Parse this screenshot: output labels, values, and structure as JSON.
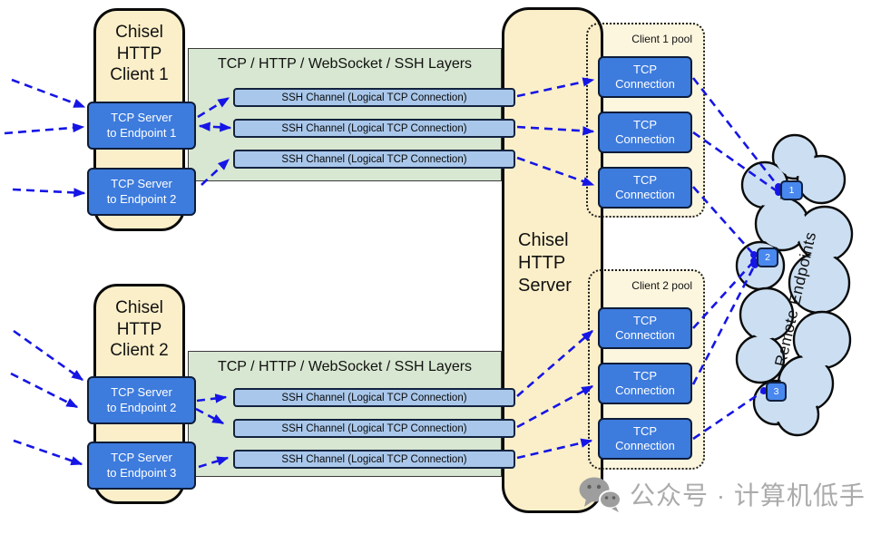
{
  "colors": {
    "cream": "#FBEFC9",
    "pool_fill": "#FCF6DF",
    "green_band": "#D8E7D1",
    "channel_blue": "#A9C7EA",
    "box_blue": "#3D7BDD",
    "endpoint_blue": "#4988EE",
    "cloud_blue": "#CCDFF2",
    "arrow_blue": "#1515E6",
    "watermark_gray": "#ABABAB"
  },
  "clients": [
    {
      "title_lines": [
        "Chisel",
        "HTTP",
        "Client 1"
      ],
      "layer_label": "TCP / HTTP / WebSocket / SSH Layers",
      "tcp_servers": [
        {
          "lines": [
            "TCP Server",
            "to Endpoint 1"
          ]
        },
        {
          "lines": [
            "TCP Server",
            "to Endpoint 2"
          ]
        }
      ],
      "channels": [
        "SSH Channel (Logical TCP Connection)",
        "SSH Channel (Logical TCP Connection)",
        "SSH Channel (Logical TCP Connection)"
      ]
    },
    {
      "title_lines": [
        "Chisel",
        "HTTP",
        "Client 2"
      ],
      "layer_label": "TCP / HTTP / WebSocket / SSH Layers",
      "tcp_servers": [
        {
          "lines": [
            "TCP Server",
            "to Endpoint 2"
          ]
        },
        {
          "lines": [
            "TCP Server",
            "to Endpoint 3"
          ]
        }
      ],
      "channels": [
        "SSH Channel (Logical TCP Connection)",
        "SSH Channel (Logical TCP Connection)",
        "SSH Channel (Logical TCP Connection)"
      ]
    }
  ],
  "server": {
    "title_lines": [
      "Chisel",
      "HTTP",
      "Server"
    ]
  },
  "pools": [
    {
      "label": "Client 1 pool",
      "connections": [
        {
          "lines": [
            "TCP",
            "Connection"
          ]
        },
        {
          "lines": [
            "TCP",
            "Connection"
          ]
        },
        {
          "lines": [
            "TCP",
            "Connection"
          ]
        }
      ]
    },
    {
      "label": "Client 2 pool",
      "connections": [
        {
          "lines": [
            "TCP",
            "Connection"
          ]
        },
        {
          "lines": [
            "TCP",
            "Connection"
          ]
        },
        {
          "lines": [
            "TCP",
            "Connection"
          ]
        }
      ]
    }
  ],
  "cloud": {
    "label": "Remote Endpoints",
    "endpoints": [
      "1",
      "2",
      "3"
    ]
  },
  "watermark": {
    "text": "公众号 · 计算机低手"
  }
}
